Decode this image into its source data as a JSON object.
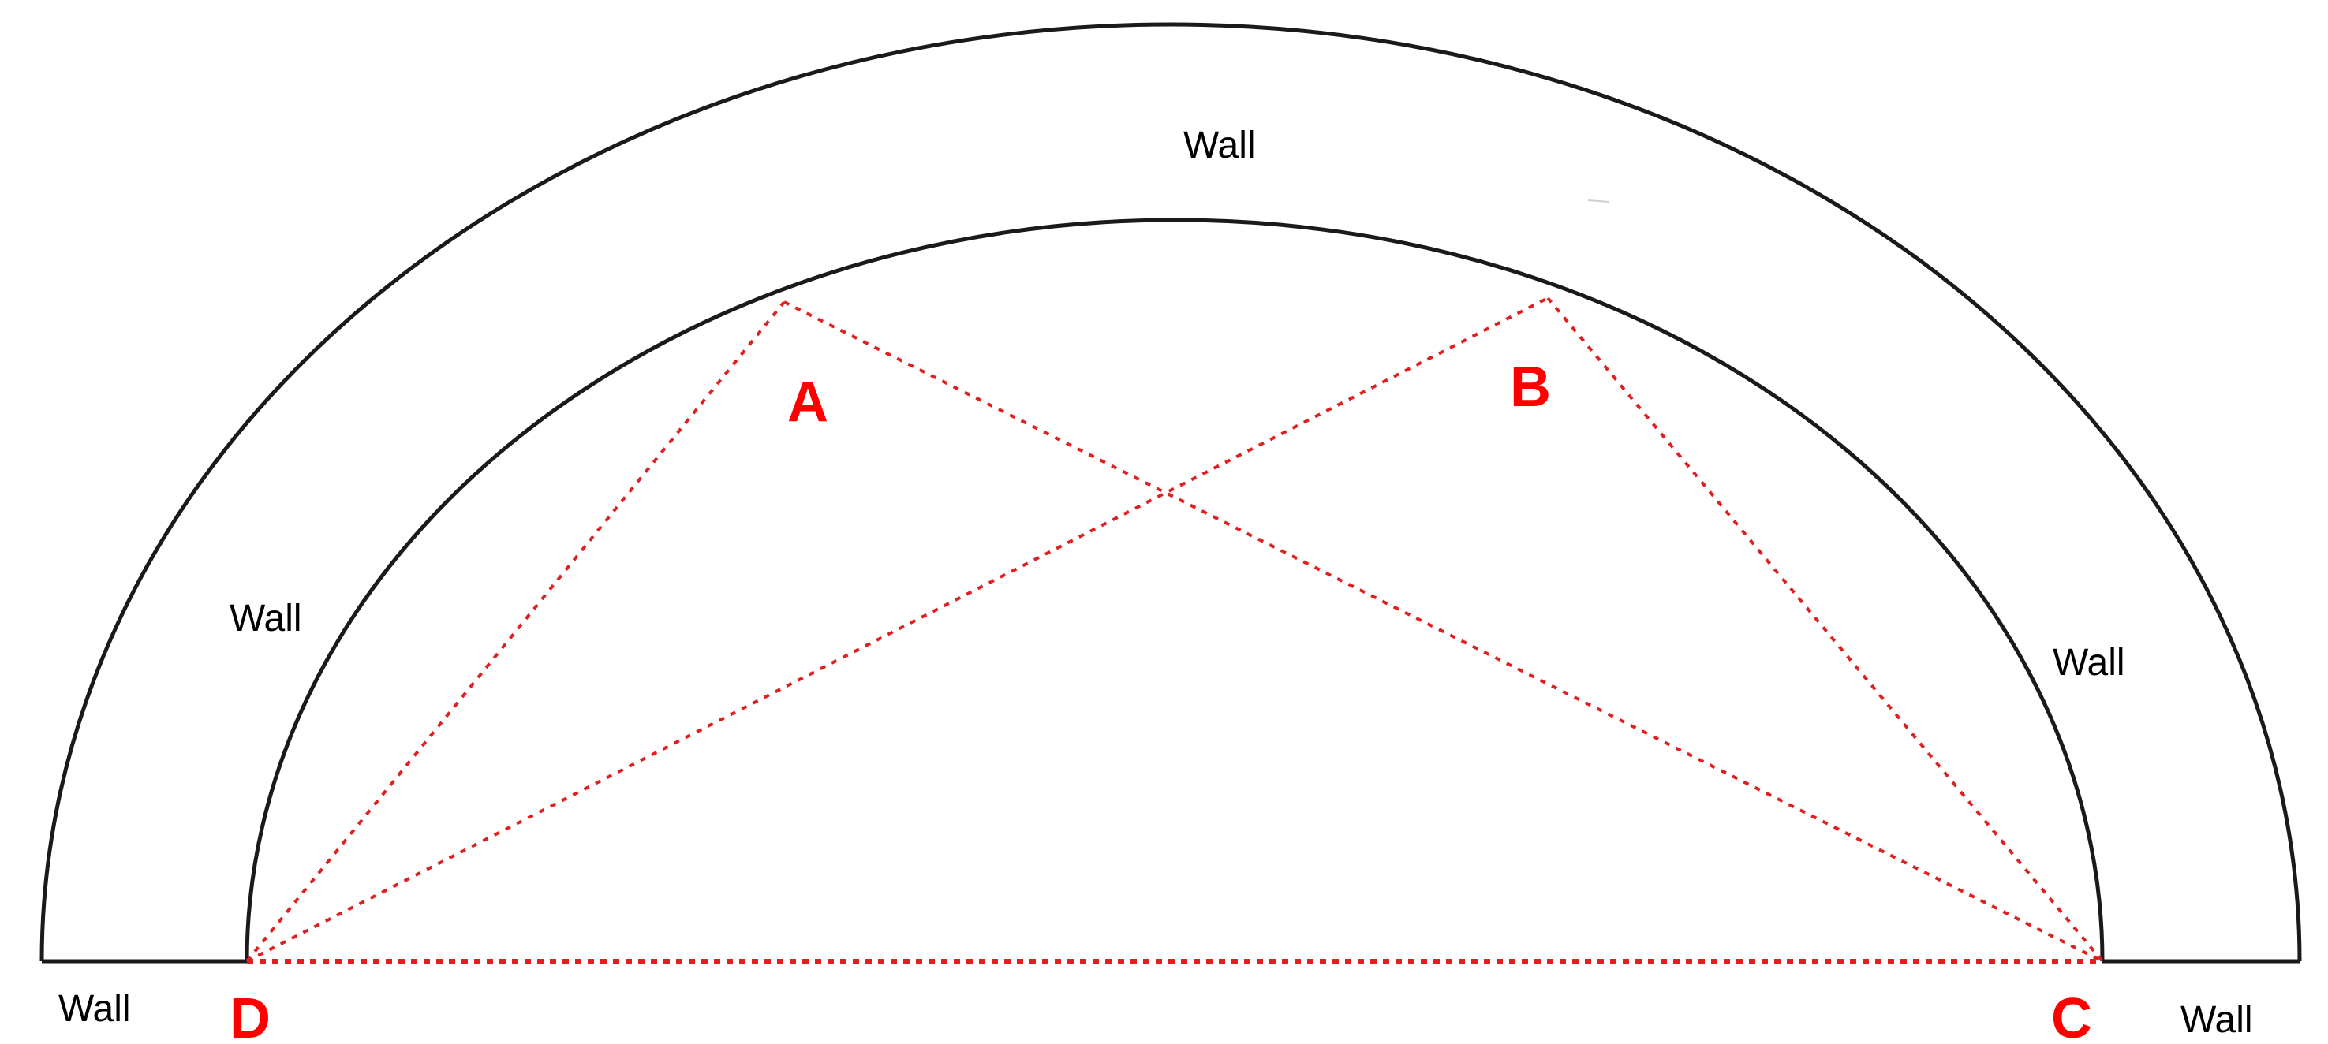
{
  "wall_labels": {
    "top": "Wall",
    "left": "Wall",
    "right": "Wall",
    "bottom_left": "Wall",
    "bottom_right": "Wall"
  },
  "points": {
    "a": "A",
    "b": "B",
    "c": "C",
    "d": "D"
  },
  "colors": {
    "outline": "#1a1a1a",
    "sightline": "#e02020",
    "point_label": "#ff0000"
  }
}
